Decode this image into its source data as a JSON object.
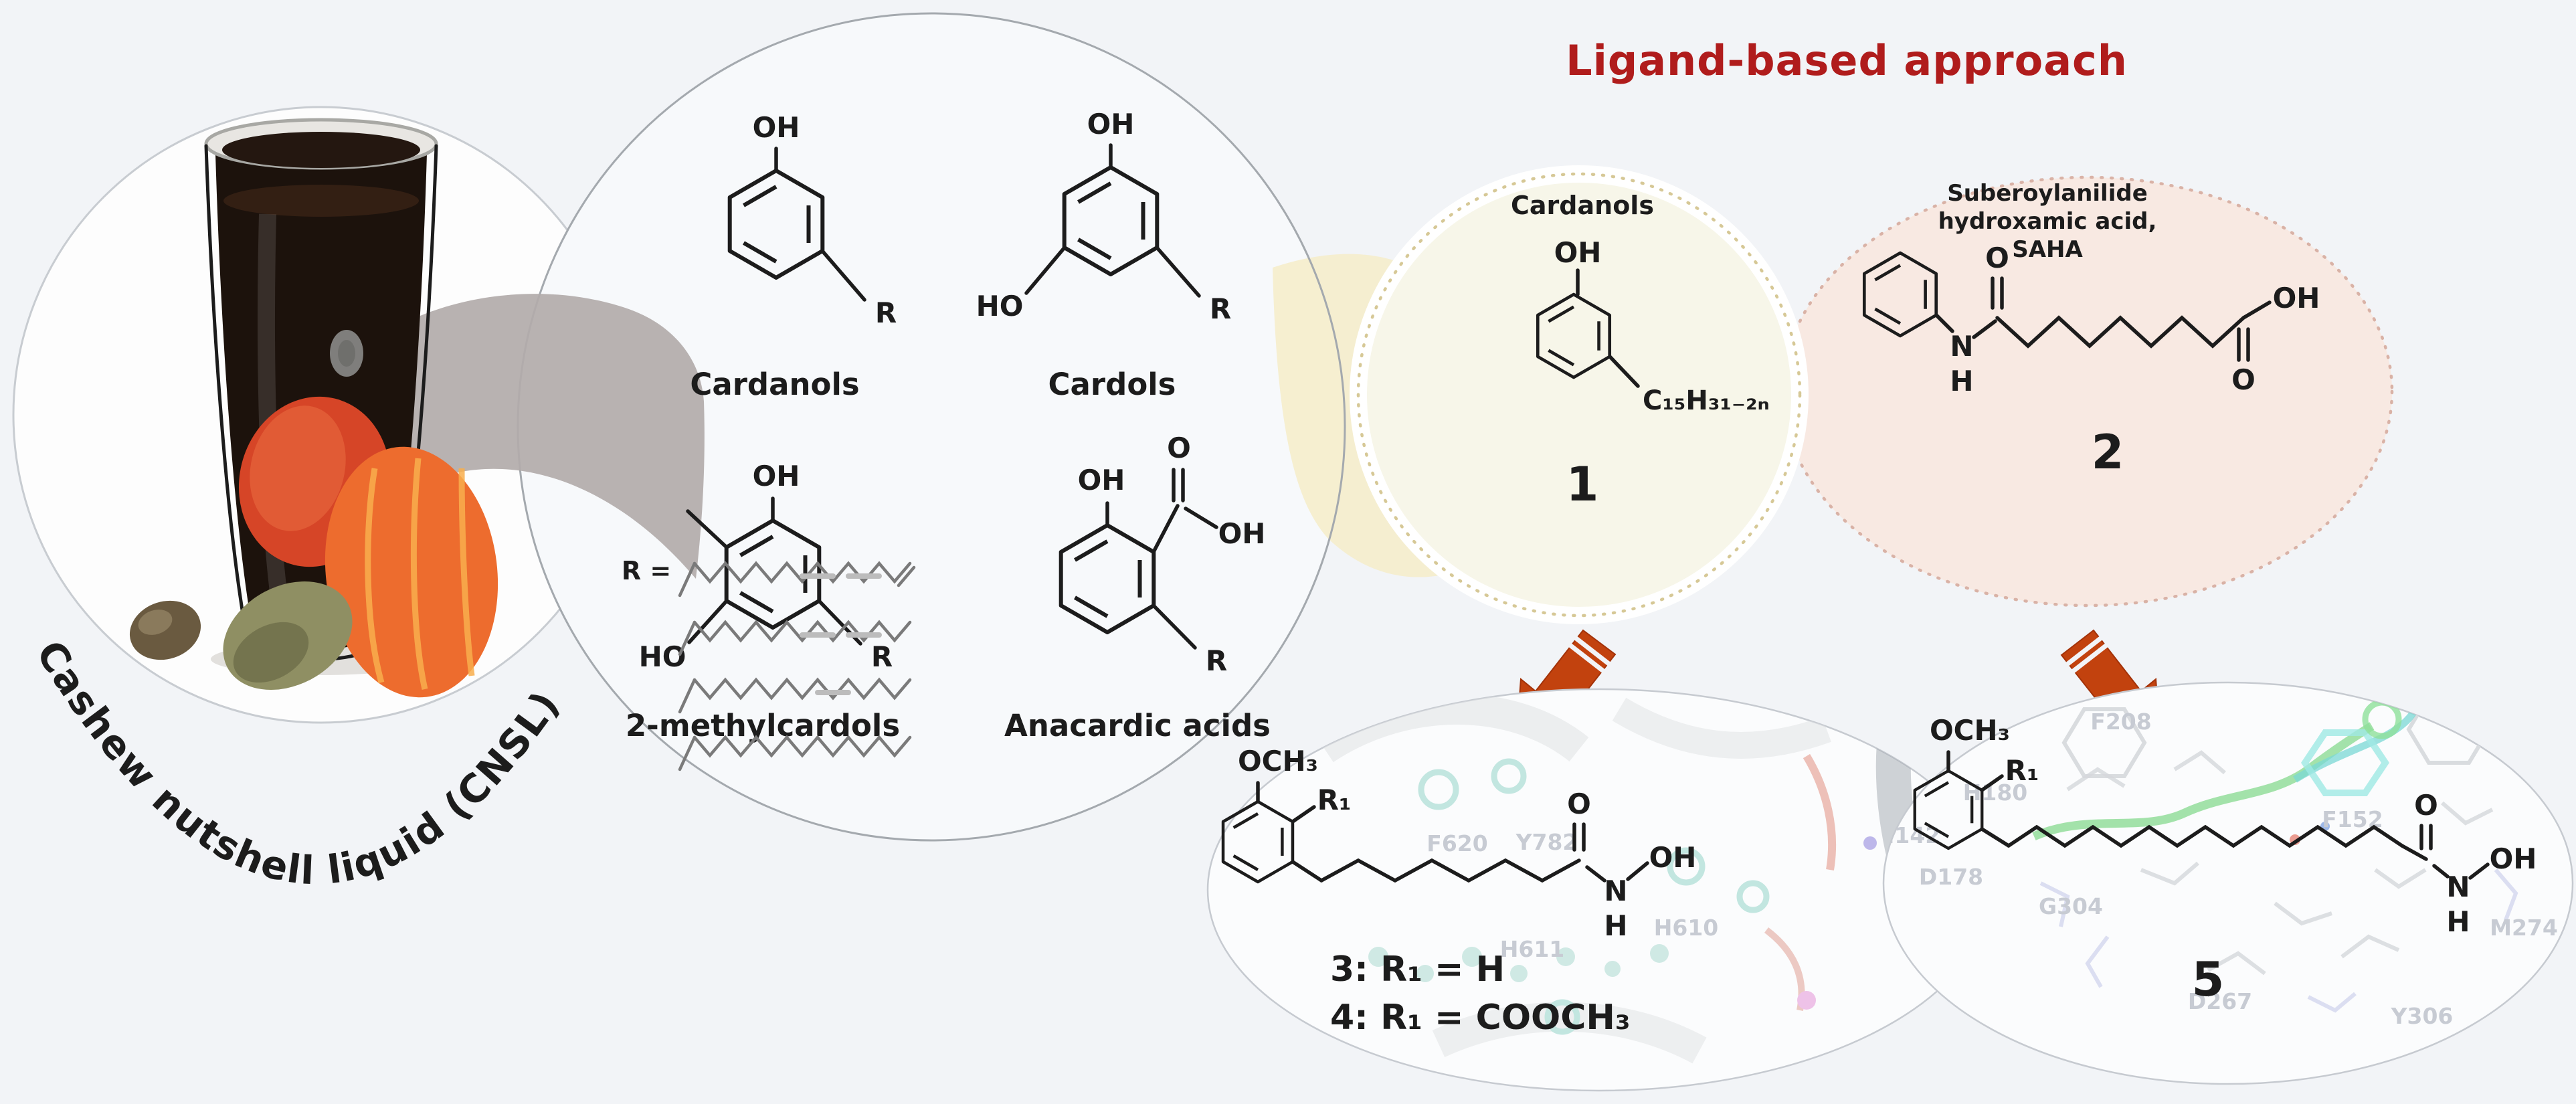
{
  "header": {
    "title": "Ligand-based approach"
  },
  "cnsl": {
    "caption": "Cashew nutshell liquid (CNSL)"
  },
  "library": {
    "r_equals": "R =",
    "cardanols": {
      "oh": "OH",
      "r": "R",
      "label": "Cardanols"
    },
    "cardols": {
      "oh": "OH",
      "ho": "HO",
      "r": "R",
      "label": "Cardols"
    },
    "methylcardols": {
      "oh": "OH",
      "ho": "HO",
      "r": "R",
      "label": "2-methylcardols"
    },
    "anacardic": {
      "oh": "OH",
      "o": "O",
      "oh2": "OH",
      "r": "R",
      "label": "Anacardic acids"
    }
  },
  "compound1": {
    "title": "Cardanols",
    "oh": "OH",
    "chain": "C₁₅H₃₁₋₂ₙ",
    "number": "1"
  },
  "compound2": {
    "title1": "Suberoylanilide",
    "title2": "hydroxamic acid,",
    "title3": "SAHA",
    "o": "O",
    "n": "N",
    "h": "H",
    "oh": "OH",
    "o2": "O",
    "number": "2"
  },
  "compound34": {
    "och3": "OCH₃",
    "r1": "R₁",
    "o": "O",
    "n": "N",
    "h": "H",
    "oh": "OH",
    "variant3": "3: R₁ = H",
    "variant4": "4: R₁ = COOCH₃",
    "residues": [
      "F620",
      "Y782",
      "H611",
      "H610"
    ]
  },
  "compound5": {
    "och3": "OCH₃",
    "r1": "R₁",
    "o": "O",
    "n": "N",
    "h": "H",
    "oh": "OH",
    "number": "5",
    "residues": [
      "F208",
      "H180",
      "F152",
      "H142",
      "D178",
      "G304",
      "D267",
      "Y306",
      "M274"
    ]
  }
}
